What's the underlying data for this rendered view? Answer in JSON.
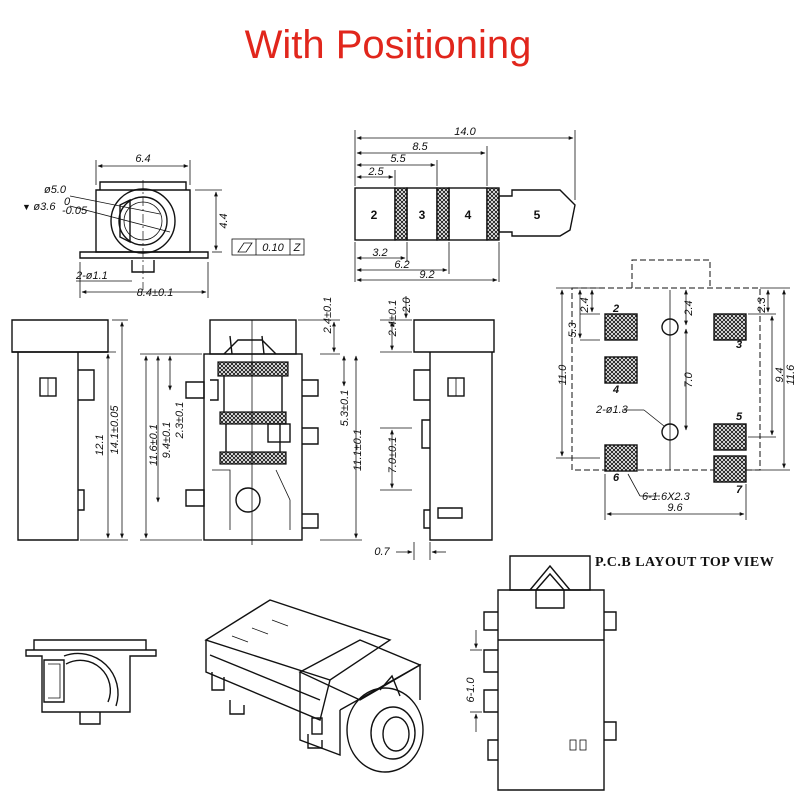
{
  "title": "With Positioning",
  "front_view": {
    "width_top": "6.4",
    "dia_outer": "ø5.0",
    "dia_inner": "ø3.6",
    "dia_inner_tol": "-0.05",
    "dia_inner_tol_top": "0",
    "height": "4.4",
    "flatness_value": "0.10",
    "flatness_datum": "Z",
    "pegs": "2-ø1.1",
    "width_bottom": "8.4±0.1"
  },
  "plug": {
    "len_total": "14.0",
    "len_85": "8.5",
    "len_55": "5.5",
    "len_25": "2.5",
    "len_32": "3.2",
    "len_62": "6.2",
    "len_92": "9.2",
    "contacts": [
      "2",
      "3",
      "4",
      "5"
    ]
  },
  "side_dims": {
    "h_121": "12.1",
    "h_141": "14.1±0.05",
    "h_116": "11.6±0.1",
    "h_94": "9.4±0.1",
    "h_23": "2.3±0.1",
    "h_24": "2.4±0.1",
    "h_53": "5.3±0.1",
    "h_111": "11.1±0.1",
    "s_20": "2.0",
    "s_24": "2.4±0.1",
    "s_70": "7.0±0.1",
    "s_07": "0.7"
  },
  "pcb": {
    "label": "P.C.B LAYOUT TOP VIEW",
    "pads": [
      "2",
      "3",
      "4",
      "5",
      "6",
      "7"
    ],
    "d_24": "2.4",
    "d_53": "5.3",
    "d_110": "11.0",
    "d_24b": "2.4",
    "d_23": "2.3",
    "d_70": "7.0",
    "d_94": "9.4",
    "d_116": "11.6",
    "holes": "2-ø1.3",
    "pad_size": "6-1.6X2.3",
    "width": "9.6"
  },
  "bottom_view": {
    "pins": "6-1.0"
  }
}
